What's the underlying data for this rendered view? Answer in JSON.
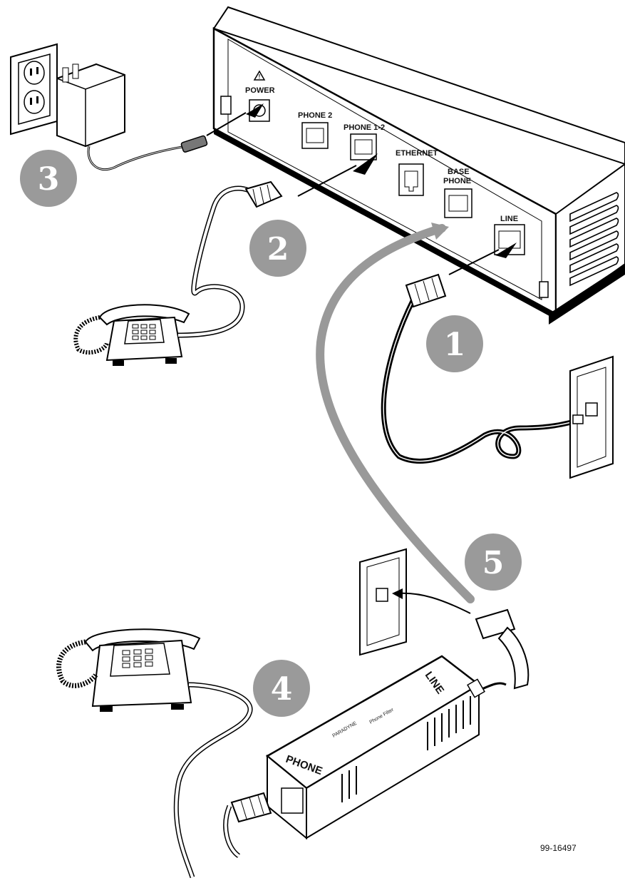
{
  "ports": {
    "power": "POWER",
    "phone2": "PHONE 2",
    "phone12": "PHONE 1-2",
    "ethernet": "ETHERNET",
    "base_phone_1": "BASE",
    "base_phone_2": "PHONE",
    "line": "LINE"
  },
  "steps": [
    "1",
    "2",
    "3",
    "4",
    "5"
  ],
  "filter": {
    "line_label": "LINE",
    "phone_label": "PHONE",
    "brand": "PARADYNE",
    "product": "Phone Filter"
  },
  "figure_id": "99-16497"
}
